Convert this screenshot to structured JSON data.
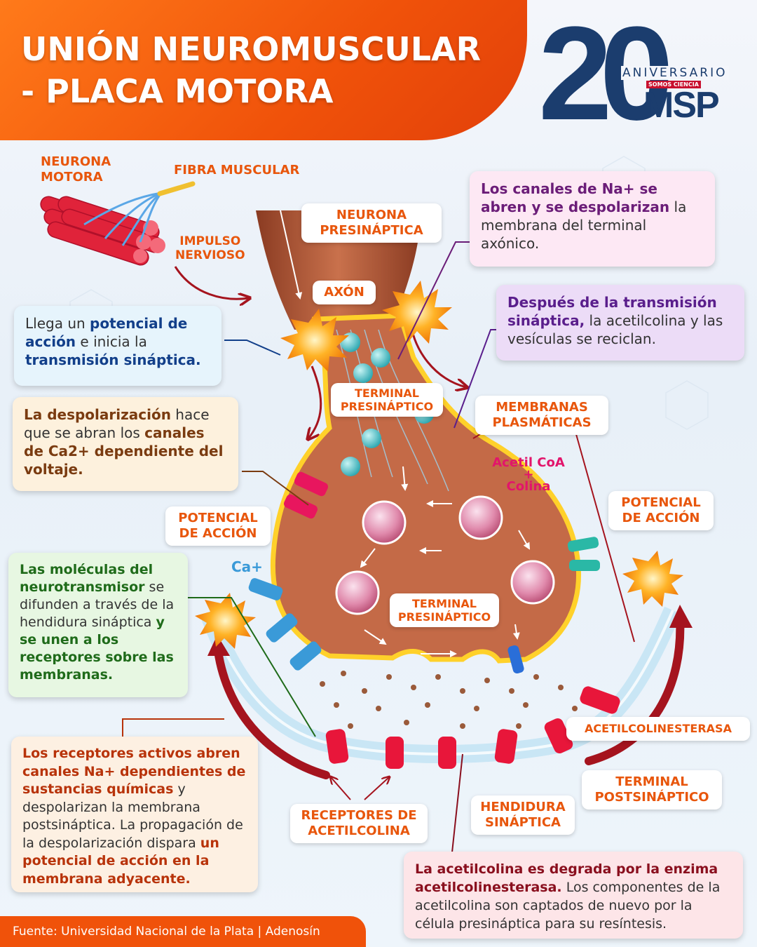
{
  "header": {
    "title_line1": "UNIÓN NEUROMUSCULAR",
    "title_line2": "- PLACA MOTORA",
    "logo_number": "20",
    "logo_aniversario": "ANIVERSARIO",
    "logo_somos": "SOMOS CIENCIA",
    "logo_brand": "MSP"
  },
  "labels": {
    "neurona_motora_1": "NEURONA",
    "neurona_motora_2": "MOTORA",
    "fibra_muscular": "FIBRA MUSCULAR",
    "impulso_1": "IMPULSO",
    "impulso_2": "NERVIOSO",
    "neurona_presinaptica_1": "NEURONA",
    "neurona_presinaptica_2": "PRESINÁPTICA",
    "axon": "AXÓN",
    "terminal_presinaptico_top_1": "TERMINAL",
    "terminal_presinaptico_top_2": "PRESINÁPTICO",
    "membranas_1": "MEMBRANAS",
    "membranas_2": "PLASMÁTICAS",
    "acetil_coa_1": "Acetil CoA",
    "acetil_coa_2": "+",
    "acetil_coa_3": "Colina",
    "potencial_left_1": "POTENCIAL",
    "potencial_left_2": "DE ACCIÓN",
    "potencial_right_1": "POTENCIAL",
    "potencial_right_2": "DE ACCIÓN",
    "ca_plus": "Ca+",
    "terminal_presinaptico_mid_1": "TERMINAL",
    "terminal_presinaptico_mid_2": "PRESINÁPTICO",
    "acetilcolinesterasa": "ACETILCOLINESTERASA",
    "terminal_post_1": "TERMINAL",
    "terminal_post_2": "POSTSINÁPTICO",
    "hendidura_1": "HENDIDURA",
    "hendidura_2": "SINÁPTICA",
    "receptores_1": "RECEPTORES DE",
    "receptores_2": "ACETILCOLINA"
  },
  "boxes": {
    "na_channels": {
      "b1": "Los canales de Na+ se abren y se despolarizan",
      "t1": " la membrana del terminal axónico."
    },
    "transmision": {
      "b1": "Después de la transmisión sináptica,",
      "t1": " la acetilcolina y las vesículas se reciclan."
    },
    "potencial": {
      "t1": "Llega un ",
      "b1": "potencial de acción",
      "t2": " e inicia la ",
      "b2": "transmisión sináptica."
    },
    "despolarizacion": {
      "b1": "La despolarización",
      "t1": " hace que se abran los ",
      "b2": "canales de Ca2+ dependiente del voltaje."
    },
    "moleculas": {
      "b1": "Las moléculas del neurotransmisor",
      "t1": " se difunden a través de la hendidura sináptica ",
      "b2": "y se unen a los receptores sobre las membranas."
    },
    "receptores": {
      "b1": "Los receptores activos abren canales Na+ dependientes de sustancias químicas",
      "t1": " y despolarizan la membrana postsináptica. La propagación de la despolarización dispara ",
      "b2": "un potencial de acción en la membrana adyacente."
    },
    "acetilcolina": {
      "b1": "La acetilcolina es degrada por la enzima acetilcolinesterasa.",
      "t1": " Los componentes de la acetilcolina son captados de nuevo por la célula presináptica para su resíntesis."
    }
  },
  "footer": {
    "source": "Fuente: Universidad Nacional de la Plata | Adenosín"
  },
  "colors": {
    "accent_orange": "#f0520a",
    "navy": "#1b3d6e",
    "arrow_red": "#a5141e",
    "terminal_brown": "#c46a47",
    "vesicle_teal": "#3dbcc4"
  }
}
